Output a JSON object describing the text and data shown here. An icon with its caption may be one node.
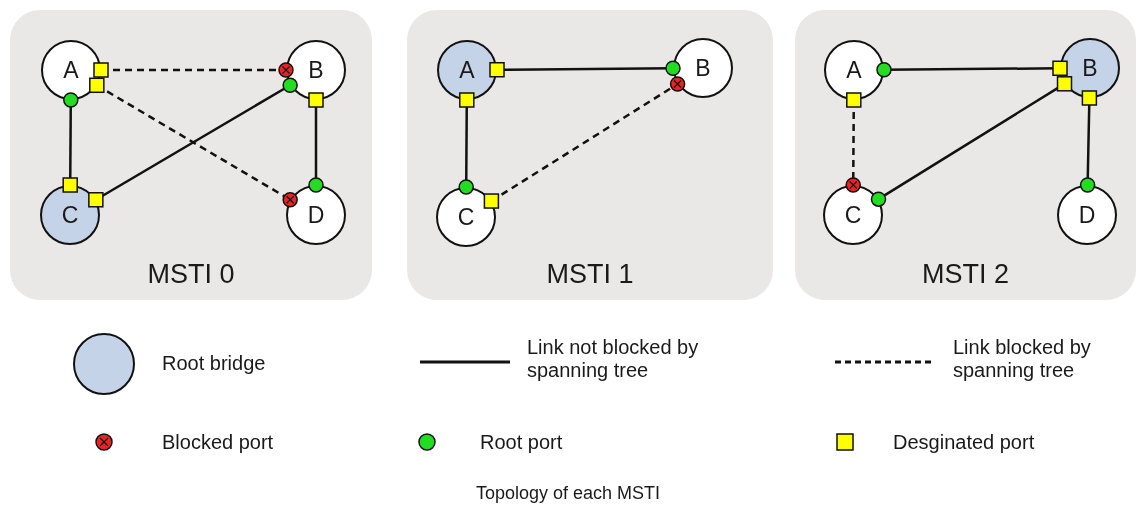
{
  "diagram": {
    "caption": "Topology of each MSTI",
    "nodes": [
      {
        "text": [
          "MSTI 0"
        ]
      },
      {
        "text": [
          "A"
        ],
        "in": 0
      },
      {
        "text": [
          "B"
        ],
        "in": 0
      },
      {
        "text": [
          "C"
        ],
        "in": 0
      },
      {
        "text": [
          "D"
        ],
        "in": 0
      },
      {
        "text": [
          "MSTI 1"
        ]
      },
      {
        "text": [
          "A"
        ],
        "in": 5
      },
      {
        "text": [
          "B"
        ],
        "in": 5
      },
      {
        "text": [
          "C"
        ],
        "in": 5
      },
      {
        "text": [
          "MSTI 2"
        ]
      },
      {
        "text": [
          "A"
        ],
        "in": 9
      },
      {
        "text": [
          "B"
        ],
        "in": 9
      },
      {
        "text": [
          "C"
        ],
        "in": 9
      },
      {
        "text": [
          "D"
        ],
        "in": 9
      }
    ],
    "edges": [
      {
        "from": 1,
        "to": 2,
        "arrow": "other",
        "style": "dashed"
      },
      {
        "from": 1,
        "to": 4,
        "arrow": "other",
        "style": "dashed"
      },
      {
        "from": 3,
        "to": 1,
        "arrow": "other"
      },
      {
        "from": 3,
        "to": 2,
        "arrow": "other"
      },
      {
        "from": 2,
        "to": 4,
        "arrow": "other"
      },
      {
        "from": 6,
        "to": 7,
        "arrow": "other"
      },
      {
        "from": 6,
        "to": 8,
        "arrow": "other"
      },
      {
        "from": 8,
        "to": 7,
        "arrow": "other",
        "style": "dashed"
      },
      {
        "from": 11,
        "to": 10,
        "arrow": "other"
      },
      {
        "from": 10,
        "to": 12,
        "arrow": "other",
        "style": "dashed"
      },
      {
        "from": 11,
        "to": 12,
        "arrow": "other"
      },
      {
        "from": 11,
        "to": 13,
        "arrow": "other"
      }
    ],
    "legend": [
      {
        "text": "Root bridge"
      },
      {
        "text": "Link not blocked by spanning tree"
      },
      {
        "text": "Link blocked by spanning tree"
      },
      {
        "text": "Blocked port"
      },
      {
        "text": "Root port"
      },
      {
        "text": "Desginated port"
      }
    ]
  }
}
